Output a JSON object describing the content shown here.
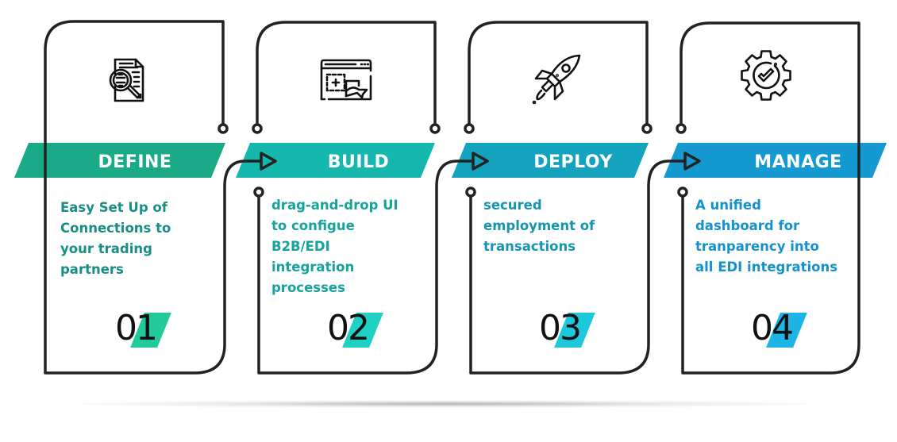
{
  "steps": [
    {
      "title": "DEFINE",
      "description_lines": [
        "Easy Set Up of",
        "Connections to",
        "your trading",
        "partners"
      ],
      "number": "01",
      "icon": "document-search-icon",
      "band_color": "#1aaa88",
      "text_color": "#178f86",
      "number_accent": "#22c99a"
    },
    {
      "title": "BUILD",
      "description_lines": [
        "drag-and-drop UI",
        "to configue",
        "B2B/EDI",
        "integration",
        "processes"
      ],
      "number": "02",
      "icon": "browser-drag-drop-icon",
      "band_color": "#16b8ad",
      "text_color": "#16a39b",
      "number_accent": "#1fd1c3"
    },
    {
      "title": "DEPLOY",
      "description_lines": [
        "secured",
        "employment of",
        "transactions"
      ],
      "number": "03",
      "icon": "rocket-icon",
      "band_color": "#14a3bd",
      "text_color": "#1595b0",
      "number_accent": "#1ec8dc"
    },
    {
      "title": "MANAGE",
      "description_lines": [
        "A unified",
        "dashboard for",
        "tranparency into",
        "all EDI integrations"
      ],
      "number": "04",
      "icon": "gear-check-icon",
      "band_color": "#1499d1",
      "text_color": "#1591cc",
      "number_accent": "#1db4e6"
    }
  ],
  "line_color": "#222222"
}
